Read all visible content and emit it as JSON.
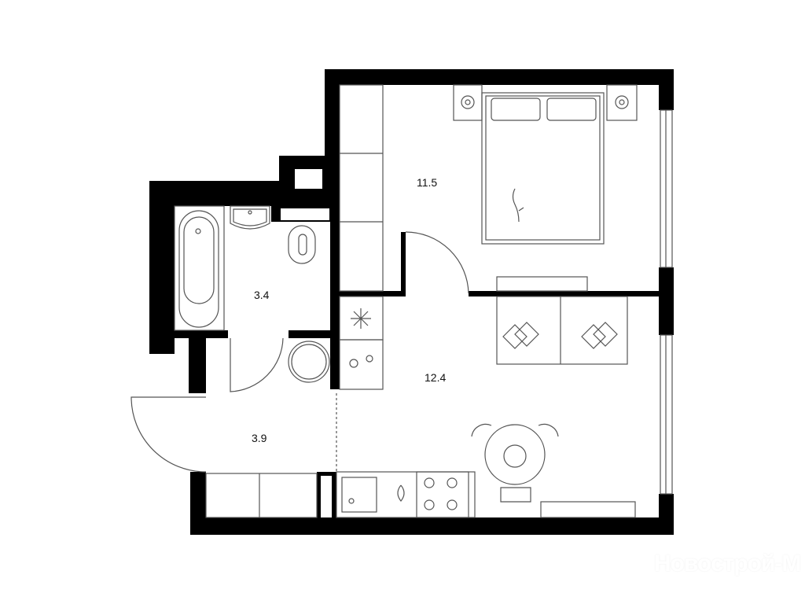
{
  "plan": {
    "rooms": [
      {
        "name": "bedroom",
        "area": "11.5"
      },
      {
        "name": "bathroom",
        "area": "3.4"
      },
      {
        "name": "kitchen-living",
        "area": "12.4"
      },
      {
        "name": "hallway",
        "area": "3.9"
      }
    ],
    "watermark": "Новострой-М",
    "colors": {
      "wall": "#000000",
      "line": "#555555",
      "background": "#ffffff"
    }
  }
}
